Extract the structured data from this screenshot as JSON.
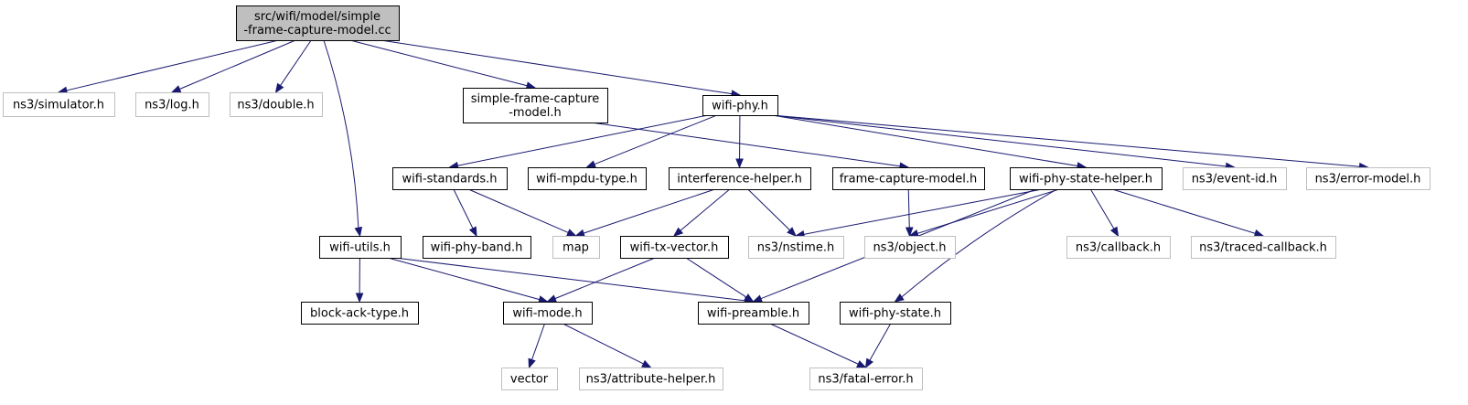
{
  "colors": {
    "edge": "#191970",
    "root_fill": "#bfbfbf",
    "local_border": "#000000",
    "external_border": "#bfbfbf"
  },
  "nodes": [
    {
      "id": "root",
      "kind": "root",
      "lines": [
        "src/wifi/model/simple",
        "-frame-capture-model.cc"
      ]
    },
    {
      "id": "simulator",
      "kind": "ext",
      "lines": [
        "ns3/simulator.h"
      ]
    },
    {
      "id": "log",
      "kind": "ext",
      "lines": [
        "ns3/log.h"
      ]
    },
    {
      "id": "double",
      "kind": "ext",
      "lines": [
        "ns3/double.h"
      ]
    },
    {
      "id": "sfcm",
      "kind": "local",
      "lines": [
        "simple-frame-capture",
        "-model.h"
      ]
    },
    {
      "id": "wifiphy",
      "kind": "local",
      "lines": [
        "wifi-phy.h"
      ]
    },
    {
      "id": "standards",
      "kind": "local",
      "lines": [
        "wifi-standards.h"
      ]
    },
    {
      "id": "mpdu",
      "kind": "local",
      "lines": [
        "wifi-mpdu-type.h"
      ]
    },
    {
      "id": "interf",
      "kind": "local",
      "lines": [
        "interference-helper.h"
      ]
    },
    {
      "id": "fcm",
      "kind": "local",
      "lines": [
        "frame-capture-model.h"
      ]
    },
    {
      "id": "psh",
      "kind": "local",
      "lines": [
        "wifi-phy-state-helper.h"
      ]
    },
    {
      "id": "eventid",
      "kind": "ext",
      "lines": [
        "ns3/event-id.h"
      ]
    },
    {
      "id": "errmodel",
      "kind": "ext",
      "lines": [
        "ns3/error-model.h"
      ]
    },
    {
      "id": "utils",
      "kind": "local",
      "lines": [
        "wifi-utils.h"
      ]
    },
    {
      "id": "band",
      "kind": "local",
      "lines": [
        "wifi-phy-band.h"
      ]
    },
    {
      "id": "map",
      "kind": "ext",
      "lines": [
        "map"
      ]
    },
    {
      "id": "txvec",
      "kind": "local",
      "lines": [
        "wifi-tx-vector.h"
      ]
    },
    {
      "id": "nstime",
      "kind": "ext",
      "lines": [
        "ns3/nstime.h"
      ]
    },
    {
      "id": "object",
      "kind": "ext",
      "lines": [
        "ns3/object.h"
      ]
    },
    {
      "id": "callback",
      "kind": "ext",
      "lines": [
        "ns3/callback.h"
      ]
    },
    {
      "id": "traced",
      "kind": "ext",
      "lines": [
        "ns3/traced-callback.h"
      ]
    },
    {
      "id": "bat",
      "kind": "local",
      "lines": [
        "block-ack-type.h"
      ]
    },
    {
      "id": "mode",
      "kind": "local",
      "lines": [
        "wifi-mode.h"
      ]
    },
    {
      "id": "preamble",
      "kind": "local",
      "lines": [
        "wifi-preamble.h"
      ]
    },
    {
      "id": "phystate",
      "kind": "local",
      "lines": [
        "wifi-phy-state.h"
      ]
    },
    {
      "id": "vector",
      "kind": "ext",
      "lines": [
        "vector"
      ]
    },
    {
      "id": "attr",
      "kind": "ext",
      "lines": [
        "ns3/attribute-helper.h"
      ]
    },
    {
      "id": "fatal",
      "kind": "ext",
      "lines": [
        "ns3/fatal-error.h"
      ]
    }
  ],
  "edges": [
    {
      "from": "root",
      "to": "simulator"
    },
    {
      "from": "root",
      "to": "log"
    },
    {
      "from": "root",
      "to": "double"
    },
    {
      "from": "root",
      "to": "sfcm"
    },
    {
      "from": "root",
      "to": "wifiphy"
    },
    {
      "from": "root",
      "to": "utils"
    },
    {
      "from": "sfcm",
      "to": "fcm"
    },
    {
      "from": "wifiphy",
      "to": "standards"
    },
    {
      "from": "wifiphy",
      "to": "mpdu"
    },
    {
      "from": "wifiphy",
      "to": "interf"
    },
    {
      "from": "wifiphy",
      "to": "psh"
    },
    {
      "from": "wifiphy",
      "to": "eventid"
    },
    {
      "from": "wifiphy",
      "to": "errmodel"
    },
    {
      "from": "standards",
      "to": "band"
    },
    {
      "from": "standards",
      "to": "map"
    },
    {
      "from": "interf",
      "to": "map"
    },
    {
      "from": "interf",
      "to": "txvec"
    },
    {
      "from": "interf",
      "to": "nstime"
    },
    {
      "from": "fcm",
      "to": "object"
    },
    {
      "from": "psh",
      "to": "nstime"
    },
    {
      "from": "psh",
      "to": "object"
    },
    {
      "from": "psh",
      "to": "callback"
    },
    {
      "from": "psh",
      "to": "traced"
    },
    {
      "from": "psh",
      "to": "preamble"
    },
    {
      "from": "psh",
      "to": "phystate"
    },
    {
      "from": "utils",
      "to": "bat"
    },
    {
      "from": "utils",
      "to": "mode"
    },
    {
      "from": "utils",
      "to": "preamble"
    },
    {
      "from": "txvec",
      "to": "mode"
    },
    {
      "from": "txvec",
      "to": "preamble"
    },
    {
      "from": "mode",
      "to": "vector"
    },
    {
      "from": "mode",
      "to": "attr"
    },
    {
      "from": "preamble",
      "to": "fatal"
    },
    {
      "from": "phystate",
      "to": "fatal"
    }
  ]
}
